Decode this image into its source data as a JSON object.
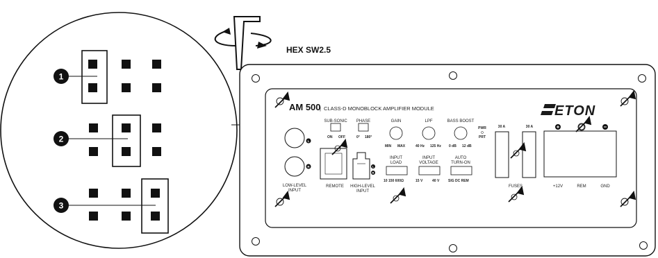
{
  "tool_label": "HEX SW2.5",
  "panel": {
    "model": "AM 500",
    "separator": "|",
    "description": "CLASS-D MONOBLOCK AMPLIFIER MODULE",
    "brand": "ETON",
    "subsonic": {
      "title": "SUB-SONIC",
      "on": "ON",
      "off": "OFF"
    },
    "phase": {
      "title": "PHASE",
      "a": "0°",
      "b": "180°"
    },
    "gain": {
      "title": "GAIN",
      "min": "MIN",
      "max": "MAX"
    },
    "lpf": {
      "title": "LPF",
      "low": "40 Hz",
      "high": "125 Hz"
    },
    "bass_boost": {
      "title": "BASS BOOST",
      "low": "0 dB",
      "high": "12 dB"
    },
    "input_load": {
      "title1": "INPUT",
      "title2": "LOAD",
      "scale": "10  150  600Ω"
    },
    "input_voltage": {
      "title1": "INPUT",
      "title2": "VOLTAGE",
      "low": "15 V",
      "high": "40 V"
    },
    "auto_turn_on": {
      "title1": "AUTO",
      "title2": "TURN-ON",
      "scale": "SIG  DC  REM"
    },
    "low_level_input": {
      "line1": "LOW-LEVEL",
      "line2": "INPUT"
    },
    "remote": "REMOTE",
    "high_level_input": {
      "line1": "HIGH-LEVEL",
      "line2": "INPUT"
    },
    "rca_left": "L",
    "rca_right": "R",
    "hl_left": "L",
    "hl_right": "R",
    "pwr_prt": {
      "line1": "PWR",
      "line2": "PRT"
    },
    "fuse_left": "30 A",
    "fuse_right": "30 A",
    "fuses": "FUSES",
    "power_terminals": {
      "plus12": "+12V",
      "rem": "REM",
      "gnd": "GND"
    }
  },
  "callouts": [
    {
      "number": "1"
    },
    {
      "number": "2"
    },
    {
      "number": "3"
    }
  ]
}
